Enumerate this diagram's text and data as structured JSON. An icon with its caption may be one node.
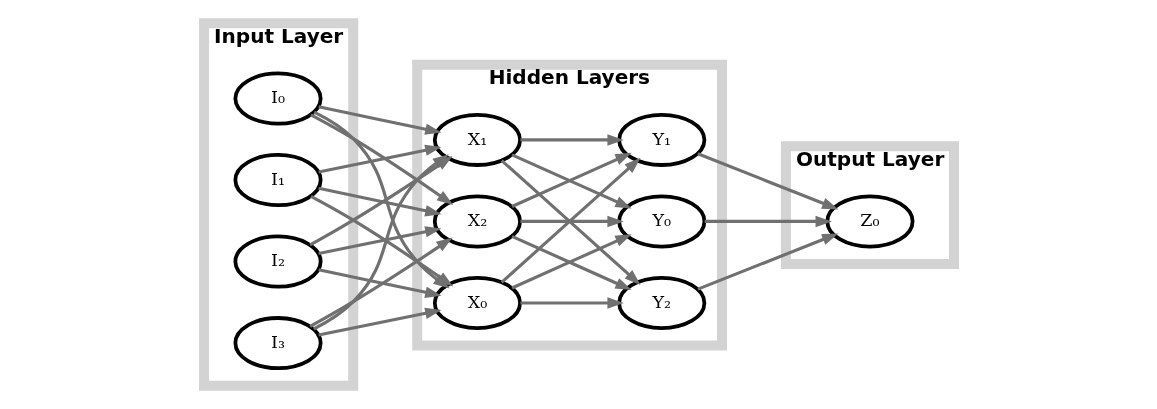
{
  "diagram": {
    "nodes": [
      {
        "text": [
          "Input Layer"
        ]
      },
      {
        "text": [
          "I₀"
        ],
        "in": 0
      },
      {
        "text": [
          "I₁"
        ],
        "in": 0
      },
      {
        "text": [
          "I₂"
        ],
        "in": 0
      },
      {
        "text": [
          "I₃"
        ],
        "in": 0
      },
      {
        "text": [
          "Hidden Layers"
        ]
      },
      {
        "text": [
          "X₀"
        ],
        "in": 5
      },
      {
        "text": [
          "X₁"
        ],
        "in": 5
      },
      {
        "text": [
          "X₂"
        ],
        "in": 5
      },
      {
        "text": [
          "Y₀"
        ],
        "in": 5
      },
      {
        "text": [
          "Y₁"
        ],
        "in": 5
      },
      {
        "text": [
          "Y₂"
        ],
        "in": 5
      },
      {
        "text": [
          "Output Layer"
        ]
      },
      {
        "text": [
          "Z₀"
        ],
        "in": 12
      }
    ],
    "edges": [
      {
        "from": 1,
        "to": 6,
        "arrow": "to"
      },
      {
        "from": 1,
        "to": 7,
        "arrow": "to"
      },
      {
        "from": 1,
        "to": 8,
        "arrow": "to"
      },
      {
        "from": 2,
        "to": 6,
        "arrow": "to"
      },
      {
        "from": 2,
        "to": 7,
        "arrow": "to"
      },
      {
        "from": 2,
        "to": 8,
        "arrow": "to"
      },
      {
        "from": 3,
        "to": 6,
        "arrow": "to"
      },
      {
        "from": 3,
        "to": 7,
        "arrow": "to"
      },
      {
        "from": 3,
        "to": 8,
        "arrow": "to"
      },
      {
        "from": 4,
        "to": 6,
        "arrow": "to"
      },
      {
        "from": 4,
        "to": 7,
        "arrow": "to"
      },
      {
        "from": 4,
        "to": 8,
        "arrow": "to"
      },
      {
        "from": 6,
        "to": 9,
        "arrow": "to"
      },
      {
        "from": 6,
        "to": 10,
        "arrow": "to"
      },
      {
        "from": 6,
        "to": 11,
        "arrow": "to"
      },
      {
        "from": 7,
        "to": 9,
        "arrow": "to"
      },
      {
        "from": 7,
        "to": 10,
        "arrow": "to"
      },
      {
        "from": 7,
        "to": 11,
        "arrow": "to"
      },
      {
        "from": 8,
        "to": 9,
        "arrow": "to"
      },
      {
        "from": 8,
        "to": 10,
        "arrow": "to"
      },
      {
        "from": 8,
        "to": 11,
        "arrow": "to"
      },
      {
        "from": 9,
        "to": 13,
        "arrow": "to"
      },
      {
        "from": 10,
        "to": 13,
        "arrow": "to"
      },
      {
        "from": 11,
        "to": 13,
        "arrow": "to"
      }
    ]
  }
}
